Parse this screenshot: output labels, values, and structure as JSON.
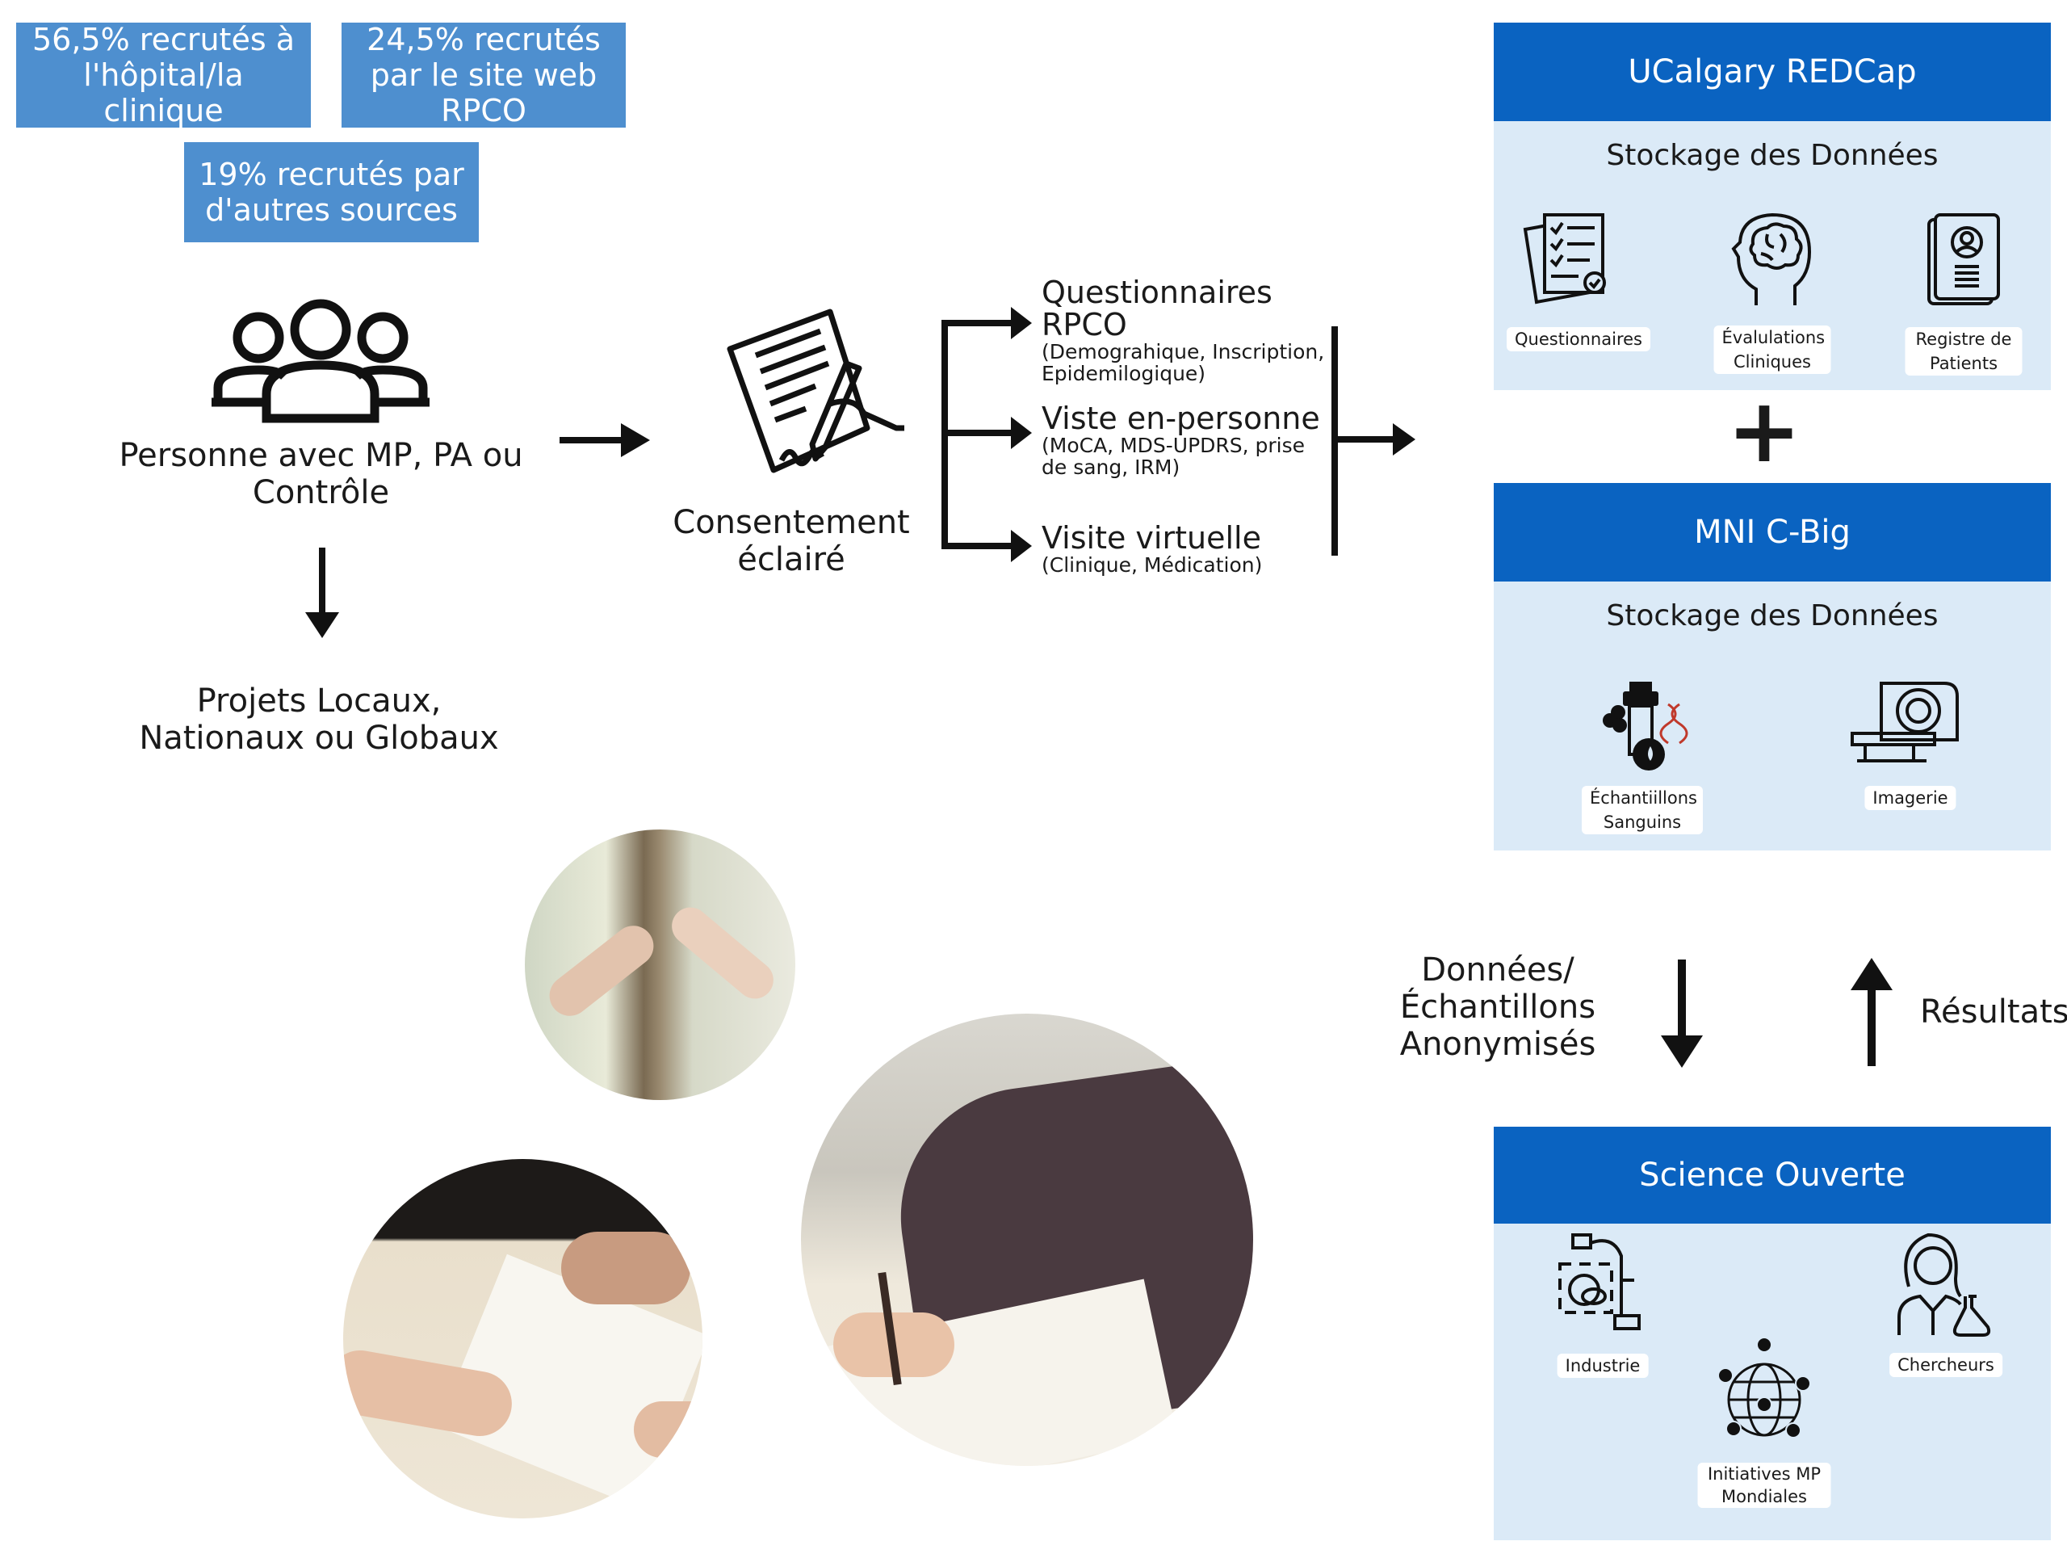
{
  "recruitment": {
    "hospital": "56,5% recrutés à l'hôpital/la clinique",
    "website": "24,5% recrutés par le site web RPCO",
    "other": "19% recrutés par d'autres sources"
  },
  "person": {
    "label": "Personne avec MP, PA ou Contrôle",
    "icon": "people-group-icon"
  },
  "projects": {
    "label": "Projets Locaux, Nationaux ou Globaux"
  },
  "consent": {
    "label": "Consentement éclairé",
    "icon": "signing-document-icon"
  },
  "steps": [
    {
      "title": "Questionnaires RPCO",
      "detail": "(Demograhique, Inscription, Epidemilogique)"
    },
    {
      "title": "Viste en-personne",
      "detail": "(MoCA, MDS-UPDRS, prise de sang, IRM)"
    },
    {
      "title": "Visite virtuelle",
      "detail": "(Clinique, Médication)"
    }
  ],
  "redcap": {
    "title": "UCalgary REDCap",
    "subtitle": "Stockage des Données",
    "items": [
      {
        "label": "Questionnaires",
        "icon": "questionnaire-icon"
      },
      {
        "label": "Évalulations Cliniques",
        "icon": "brain-head-icon"
      },
      {
        "label": "Registre de Patients",
        "icon": "patient-registry-icon"
      }
    ]
  },
  "plus": "+",
  "cbig": {
    "title": "MNI C-Big",
    "subtitle": "Stockage des Données",
    "items": [
      {
        "label": "Échantiillons Sanguins",
        "icon": "blood-sample-icon"
      },
      {
        "label": "Imagerie",
        "icon": "mri-scanner-icon"
      }
    ]
  },
  "flow": {
    "down_label": "Données/ Échantillons Anonymisés",
    "up_label": "Résultats"
  },
  "open_science": {
    "title": "Science Ouverte",
    "items": [
      {
        "label": "Industrie",
        "icon": "microscope-icon"
      },
      {
        "label": "Chercheurs",
        "icon": "researcher-icon"
      },
      {
        "label": "Initiatives MP Mondiales",
        "icon": "global-network-icon"
      }
    ]
  },
  "colors": {
    "header": "#0a63c1",
    "panel": "#dbeaf7",
    "recruit": "#4e8fcf"
  }
}
